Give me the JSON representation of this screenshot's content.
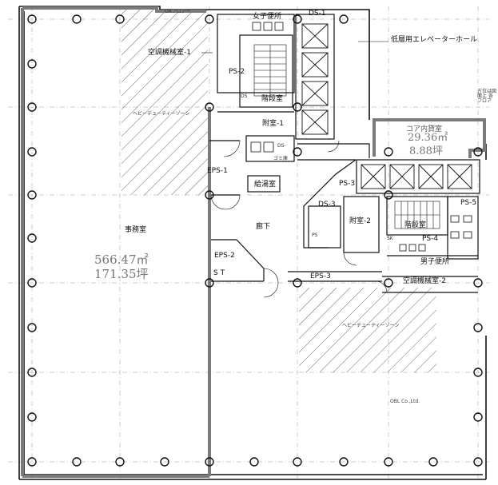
{
  "labels": {
    "womens_restroom": "女子便所",
    "ds1": "DS-1",
    "oa_floor": "OAフロアー",
    "ac_room1": "空調機械室-1",
    "ps2": "PS-2",
    "ds_stair": "DS",
    "stair_room": "階段室",
    "lowrise_elevator_hall": "低層用エレベーターホール",
    "annex1": "附室-1",
    "core_area": "コア内貸室",
    "core_area_m2": "29.36㎡",
    "core_area_tsubo": "8.88坪",
    "heavy_duty_zone": "ヘビーデューティーゾーン",
    "eps1": "EPS-1",
    "ds2": "DS-",
    "gomi_room": "ゴミ庫",
    "supply_room": "給湯室",
    "ps3": "PS-3",
    "office": "事務室",
    "corridor": "廊下",
    "ds3": "DS-3",
    "annex2": "附室-2",
    "stair2": "階段室",
    "ps4": "PS-4",
    "ps5": "PS-5",
    "ps_small": "PS",
    "office_area_m2": "566.47㎡",
    "office_area_tsubo": "171.35坪",
    "eps2": "EPS-2",
    "mens_restroom": "男子便所",
    "st": "S T",
    "eps3": "EPS-3",
    "ac_room2": "空調機械室-2",
    "heavy_duty_zone2": "ヘビーデューティーゾーン",
    "company": "OBL Co.,Ltd.",
    "sk": "SK",
    "annotation": "方位は図面上 各フロア"
  },
  "colors": {
    "line": "#111111",
    "rental_boundary": "#7a7a7a",
    "hatch": "#333333",
    "area_text": "#777777"
  },
  "icons": {
    "columns": "column-circle",
    "elevators": "elevator-x-box",
    "stairs": "stair-treads"
  }
}
